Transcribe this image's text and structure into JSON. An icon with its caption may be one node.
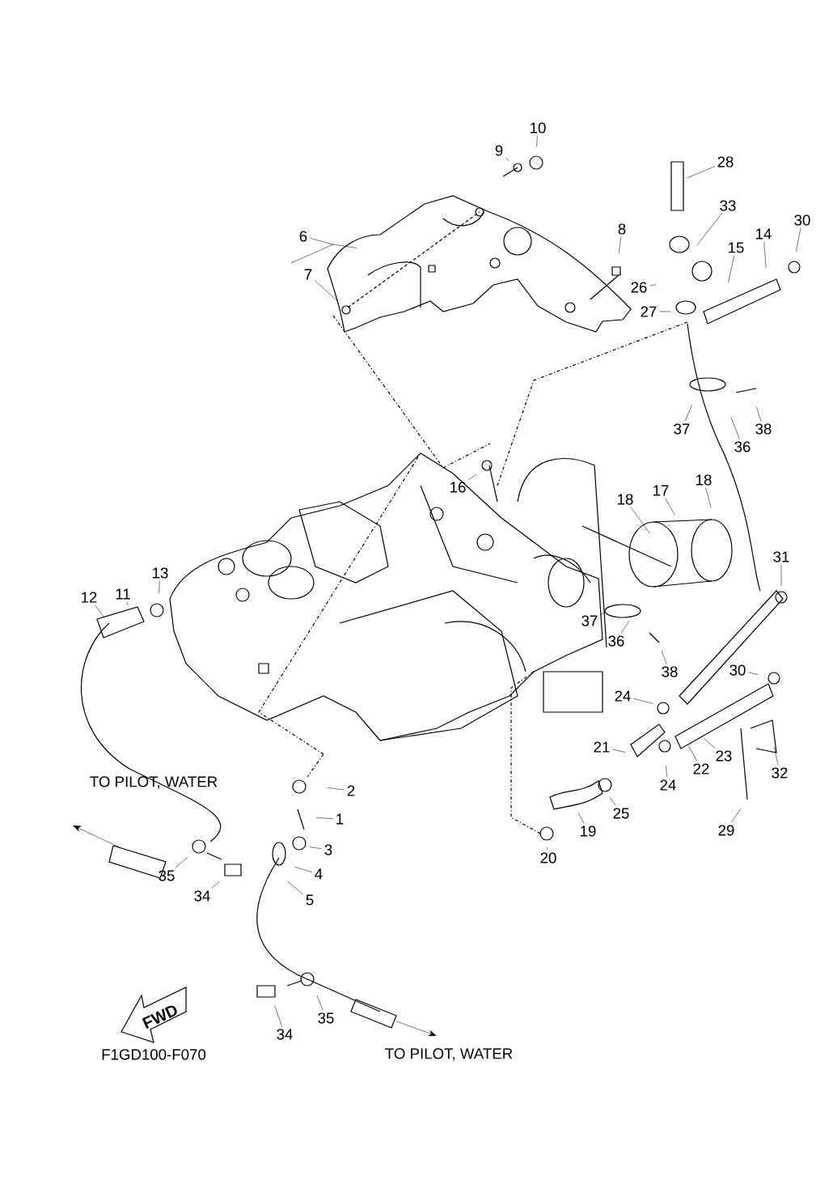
{
  "diagram": {
    "nodes": [
      {
        "text": [
          "10"
        ]
      },
      {
        "text": [
          "9"
        ]
      },
      {
        "text": [
          "28"
        ]
      },
      {
        "text": [
          "33"
        ]
      },
      {
        "text": [
          "30"
        ]
      },
      {
        "text": [
          "8"
        ]
      },
      {
        "text": [
          "14"
        ]
      },
      {
        "text": [
          "6"
        ]
      },
      {
        "text": [
          "15"
        ]
      },
      {
        "text": [
          "7"
        ]
      },
      {
        "text": [
          "26"
        ]
      },
      {
        "text": [
          "27"
        ]
      },
      {
        "text": [
          "37"
        ]
      },
      {
        "text": [
          "36"
        ]
      },
      {
        "text": [
          "38"
        ]
      },
      {
        "text": [
          "16"
        ]
      },
      {
        "text": [
          "18"
        ]
      },
      {
        "text": [
          "17"
        ]
      },
      {
        "text": [
          "18"
        ]
      },
      {
        "text": [
          "31"
        ]
      },
      {
        "text": [
          "13"
        ]
      },
      {
        "text": [
          "11"
        ]
      },
      {
        "text": [
          "12"
        ]
      },
      {
        "text": [
          "37"
        ]
      },
      {
        "text": [
          "36"
        ]
      },
      {
        "text": [
          "38"
        ]
      },
      {
        "text": [
          "30"
        ]
      },
      {
        "text": [
          "24"
        ]
      },
      {
        "text": [
          "21"
        ]
      },
      {
        "text": [
          "23"
        ]
      },
      {
        "text": [
          "22"
        ]
      },
      {
        "text": [
          "32"
        ]
      },
      {
        "text": [
          "24"
        ]
      },
      {
        "text": [
          "2"
        ]
      },
      {
        "text": [
          "25"
        ]
      },
      {
        "text": [
          "1"
        ]
      },
      {
        "text": [
          "29"
        ]
      },
      {
        "text": [
          "19"
        ]
      },
      {
        "text": [
          "3"
        ]
      },
      {
        "text": [
          "20"
        ]
      },
      {
        "text": [
          "35"
        ]
      },
      {
        "text": [
          "4"
        ]
      },
      {
        "text": [
          "34"
        ]
      },
      {
        "text": [
          "5"
        ]
      },
      {
        "text": [
          "35"
        ]
      },
      {
        "text": [
          "34"
        ]
      }
    ],
    "edges": [
      {
        "from": 0,
        "to": null,
        "arrow": "none"
      },
      {
        "from": 1,
        "to": null,
        "arrow": "none"
      },
      {
        "from": 2,
        "to": null,
        "arrow": "none"
      },
      {
        "from": 3,
        "to": null,
        "arrow": "none"
      },
      {
        "from": 4,
        "to": null,
        "arrow": "none"
      },
      {
        "from": 5,
        "to": null,
        "arrow": "none"
      },
      {
        "from": 6,
        "to": null,
        "arrow": "none"
      },
      {
        "from": 7,
        "to": null,
        "arrow": "none"
      },
      {
        "from": 8,
        "to": null,
        "arrow": "none"
      },
      {
        "from": 9,
        "to": null,
        "arrow": "none"
      },
      {
        "from": 10,
        "to": null,
        "arrow": "none"
      },
      {
        "from": 11,
        "to": null,
        "arrow": "none"
      },
      {
        "from": 12,
        "to": null,
        "arrow": "none"
      },
      {
        "from": 13,
        "to": null,
        "arrow": "none"
      },
      {
        "from": 14,
        "to": null,
        "arrow": "none"
      },
      {
        "from": 15,
        "to": null,
        "arrow": "none"
      },
      {
        "from": 16,
        "to": null,
        "arrow": "none"
      },
      {
        "from": 17,
        "to": null,
        "arrow": "none"
      },
      {
        "from": 18,
        "to": null,
        "arrow": "none"
      },
      {
        "from": 19,
        "to": null,
        "arrow": "none"
      },
      {
        "from": 20,
        "to": null,
        "arrow": "none"
      },
      {
        "from": 21,
        "to": null,
        "arrow": "none"
      },
      {
        "from": 22,
        "to": null,
        "arrow": "none"
      },
      {
        "from": 23,
        "to": null,
        "arrow": "none"
      },
      {
        "from": 24,
        "to": null,
        "arrow": "none"
      },
      {
        "from": 25,
        "to": null,
        "arrow": "none"
      },
      {
        "from": 26,
        "to": null,
        "arrow": "none"
      },
      {
        "from": 27,
        "to": null,
        "arrow": "none"
      },
      {
        "from": 28,
        "to": null,
        "arrow": "none"
      },
      {
        "from": 29,
        "to": null,
        "arrow": "none"
      },
      {
        "from": 30,
        "to": null,
        "arrow": "none"
      },
      {
        "from": 31,
        "to": null,
        "arrow": "none"
      },
      {
        "from": 32,
        "to": null,
        "arrow": "none"
      },
      {
        "from": 33,
        "to": null,
        "arrow": "none"
      },
      {
        "from": 34,
        "to": null,
        "arrow": "none"
      },
      {
        "from": 35,
        "to": null,
        "arrow": "none"
      },
      {
        "from": 36,
        "to": null,
        "arrow": "none"
      },
      {
        "from": 37,
        "to": null,
        "arrow": "none"
      },
      {
        "from": 38,
        "to": null,
        "arrow": "none"
      },
      {
        "from": 39,
        "to": null,
        "arrow": "none"
      },
      {
        "from": 40,
        "to": null,
        "arrow": "none"
      },
      {
        "from": 41,
        "to": null,
        "arrow": "none"
      },
      {
        "from": 42,
        "to": null,
        "arrow": "none"
      },
      {
        "from": 43,
        "to": null,
        "arrow": "none"
      },
      {
        "from": 44,
        "to": null,
        "arrow": "none"
      },
      {
        "from": 45,
        "to": null,
        "arrow": "none"
      }
    ],
    "labels": [
      "TO PILOT, WATER",
      "FWD",
      "F1GD100-F070",
      "TO PILOT, WATER"
    ]
  }
}
